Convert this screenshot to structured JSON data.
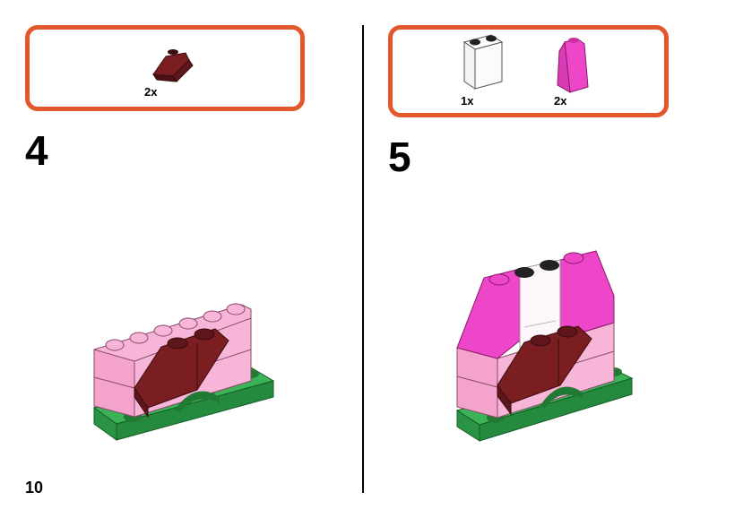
{
  "page": {
    "number": "10"
  },
  "steps": [
    {
      "number": "4",
      "parts": [
        {
          "name": "dark-red-slope-brick",
          "quantity": "2x",
          "color": "#7a1e22"
        }
      ]
    },
    {
      "number": "5",
      "parts": [
        {
          "name": "transparent-panel",
          "quantity": "1x",
          "color": "#f2f2f2"
        },
        {
          "name": "magenta-slope-brick",
          "quantity": "2x",
          "color": "#ee46c8"
        }
      ]
    }
  ],
  "colors": {
    "box_border": "#e2572b",
    "light_pink": "#f7b6d8",
    "magenta": "#ee46c8",
    "dark_red": "#7a1e22",
    "green": "#3cb356",
    "dark_green": "#1f7a34"
  }
}
